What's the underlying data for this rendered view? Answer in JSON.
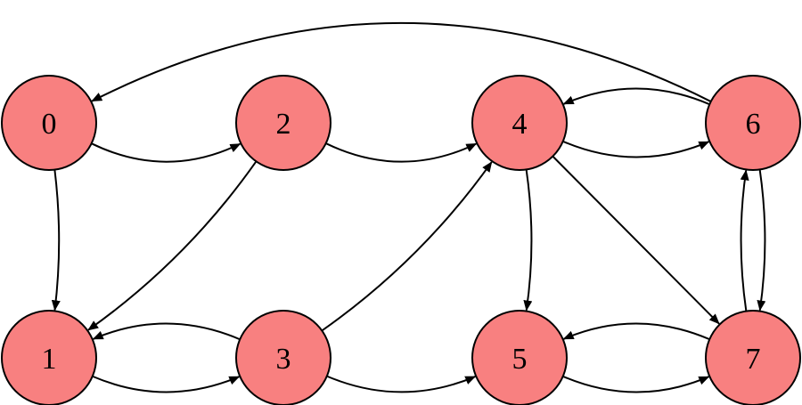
{
  "diagram": {
    "type": "directed-graph",
    "node_fill": "#f88080",
    "edge_color": "#000000",
    "nodes": [
      {
        "id": "0",
        "label": "0"
      },
      {
        "id": "1",
        "label": "1"
      },
      {
        "id": "2",
        "label": "2"
      },
      {
        "id": "3",
        "label": "3"
      },
      {
        "id": "4",
        "label": "4"
      },
      {
        "id": "5",
        "label": "5"
      },
      {
        "id": "6",
        "label": "6"
      },
      {
        "id": "7",
        "label": "7"
      }
    ],
    "edges": [
      {
        "from": "0",
        "to": "2"
      },
      {
        "from": "0",
        "to": "1"
      },
      {
        "from": "2",
        "to": "4"
      },
      {
        "from": "2",
        "to": "1"
      },
      {
        "from": "4",
        "to": "6"
      },
      {
        "from": "6",
        "to": "4"
      },
      {
        "from": "6",
        "to": "0"
      },
      {
        "from": "4",
        "to": "5"
      },
      {
        "from": "4",
        "to": "7"
      },
      {
        "from": "6",
        "to": "7"
      },
      {
        "from": "7",
        "to": "6"
      },
      {
        "from": "1",
        "to": "3"
      },
      {
        "from": "3",
        "to": "1"
      },
      {
        "from": "3",
        "to": "4"
      },
      {
        "from": "3",
        "to": "5"
      },
      {
        "from": "5",
        "to": "7"
      },
      {
        "from": "7",
        "to": "5"
      }
    ]
  }
}
